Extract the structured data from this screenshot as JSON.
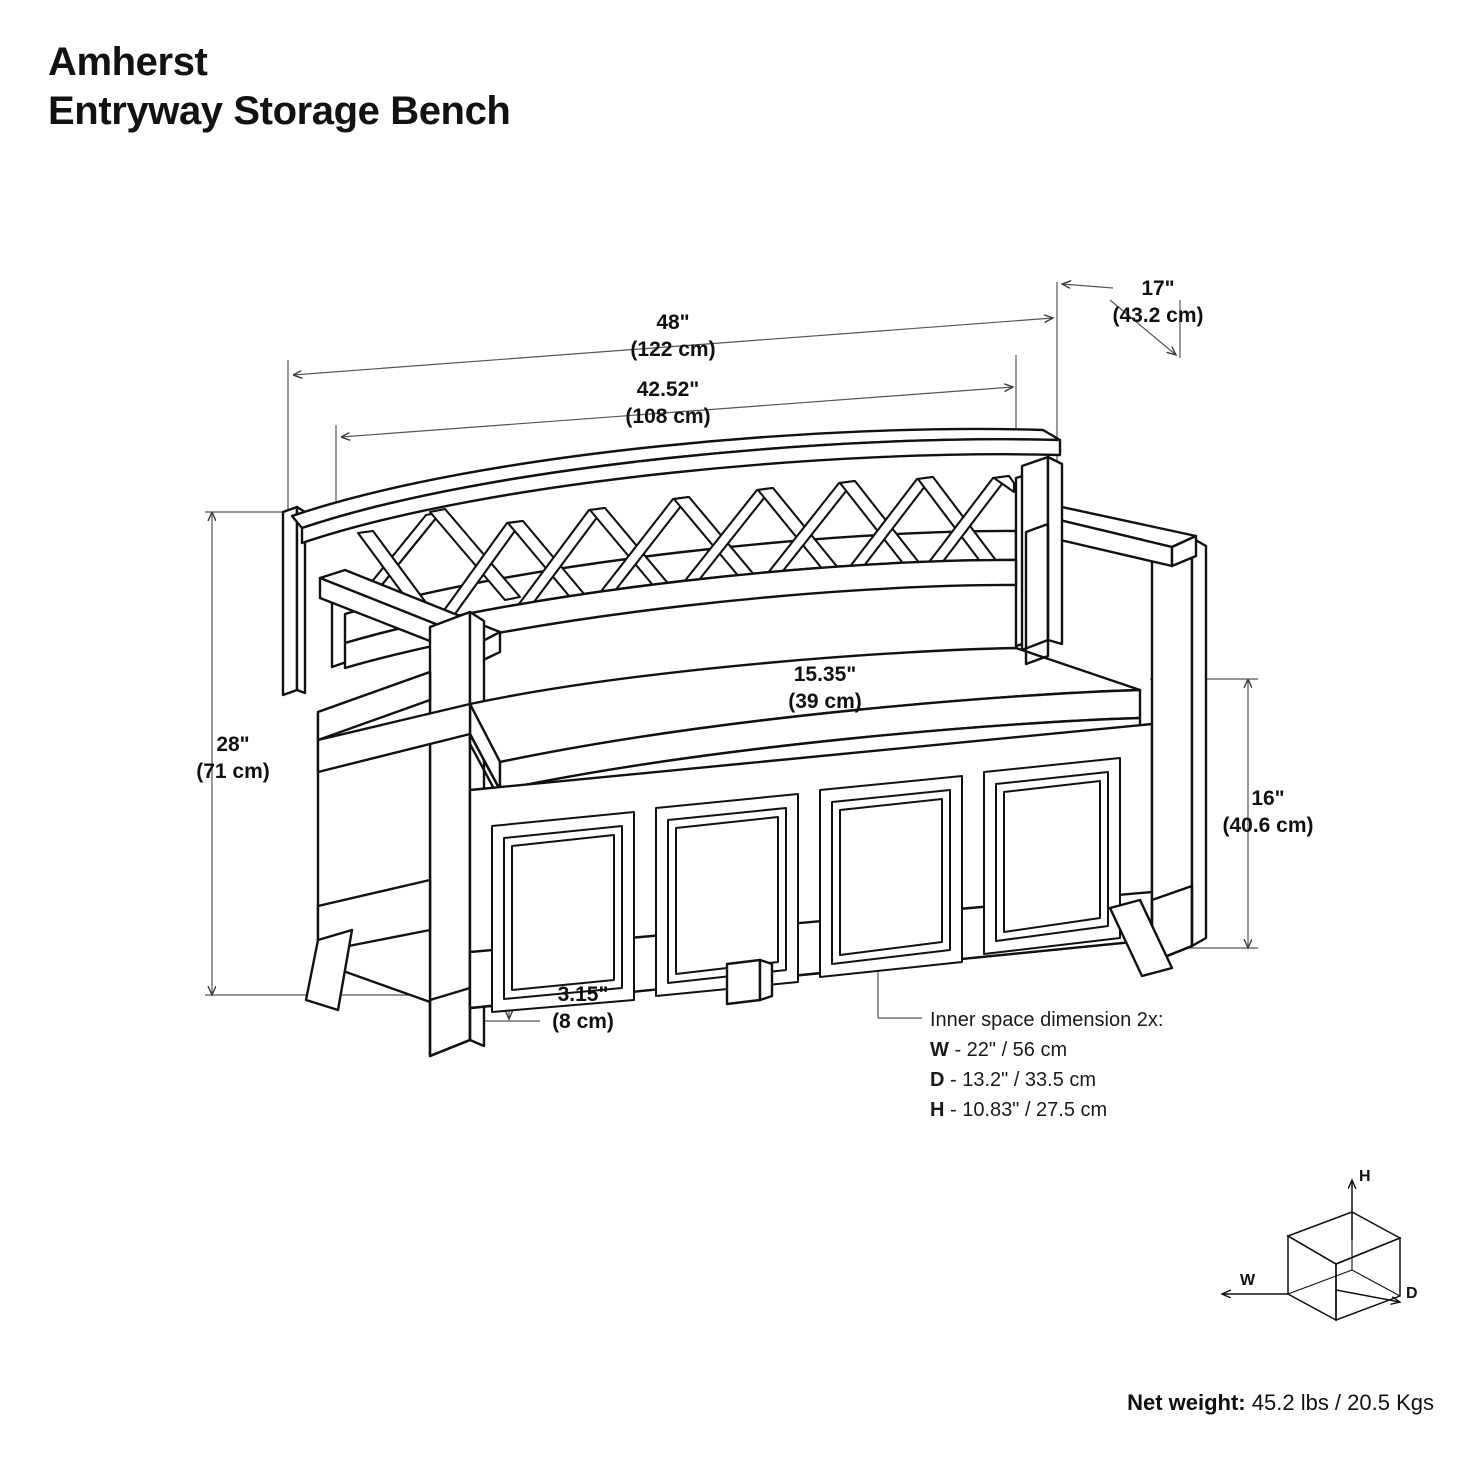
{
  "product": {
    "name": "Amherst",
    "type": "Entryway Storage Bench"
  },
  "dimensions": {
    "width_overall": {
      "imperial": "48\"",
      "metric": "(122 cm)"
    },
    "width_inner": {
      "imperial": "42.52\"",
      "metric": "(108 cm)"
    },
    "depth_overall": {
      "imperial": "17\"",
      "metric": "(43.2 cm)"
    },
    "height_overall": {
      "imperial": "28\"",
      "metric": "(71 cm)"
    },
    "seat_depth": {
      "imperial": "15.35\"",
      "metric": "(39 cm)"
    },
    "seat_height": {
      "imperial": "16\"",
      "metric": "(40.6 cm)"
    },
    "floor_clearance": {
      "imperial": "3.15\"",
      "metric": "(8 cm)"
    }
  },
  "inner_space": {
    "heading": "Inner space dimension 2x:",
    "rows": [
      {
        "key": "W",
        "value": "- 22\" / 56 cm"
      },
      {
        "key": "D",
        "value": "- 13.2\" / 33.5 cm"
      },
      {
        "key": "H",
        "value": "- 10.83\" / 27.5 cm"
      }
    ]
  },
  "legend": {
    "width_axis": "W",
    "depth_axis": "D",
    "height_axis": "H"
  },
  "footer": {
    "net_weight_label": "Net weight:",
    "net_weight_value": "45.2 lbs / 20.5 Kgs"
  },
  "colors": {
    "ink": "#111111",
    "dimension_line": "#4a4a4a",
    "background": "#ffffff"
  }
}
